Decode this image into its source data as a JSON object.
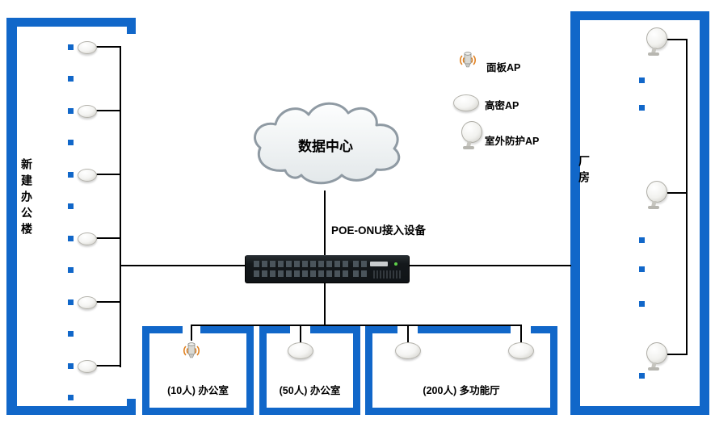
{
  "diagram": {
    "cloud": {
      "label": "数据中心"
    },
    "switch": {
      "label": "POE-ONU接入设备"
    },
    "buildings": {
      "left": {
        "label": "新建办公楼",
        "ap_type": "高密AP",
        "ap_count": 6
      },
      "right": {
        "label": "厂房",
        "ap_type": "室外防护AP",
        "ap_count": 3
      }
    },
    "rooms": [
      {
        "label": "(10人) 办公室",
        "ap_type": "面板AP",
        "ap_count": 1
      },
      {
        "label": "(50人) 办公室",
        "ap_type": "高密AP",
        "ap_count": 1
      },
      {
        "label": "(200人) 多功能厅",
        "ap_type": "高密AP",
        "ap_count": 2
      }
    ],
    "legend": {
      "items": [
        {
          "icon": "panel-ap-icon",
          "label": "面板AP"
        },
        {
          "icon": "dome-ap-icon",
          "label": "高密AP"
        },
        {
          "icon": "outdoor-ap-icon",
          "label": "室外防护AP"
        }
      ]
    },
    "colors": {
      "wall_blue": "#1167C9",
      "line_black": "#000000",
      "wave_orange": "#E0801E",
      "cloud_gray": "#8F9AA3"
    }
  }
}
